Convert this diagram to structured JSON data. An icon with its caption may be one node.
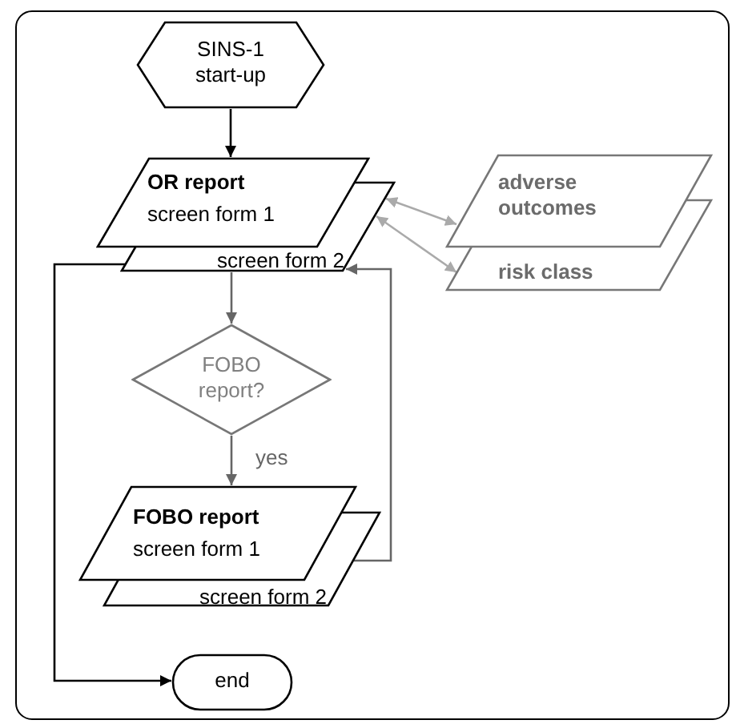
{
  "diagram": {
    "nodes": [
      {
        "text": [
          "SINS-1 start-up"
        ]
      },
      {
        "text": [
          "OR report",
          "screen form 1"
        ]
      },
      {
        "text": [
          "screen form 2"
        ]
      },
      {
        "text": [
          "adverse outcomes"
        ]
      },
      {
        "text": [
          "risk class"
        ]
      },
      {
        "text": [
          "FOBO report?"
        ]
      },
      {
        "text": [
          "FOBO report",
          "screen form 1"
        ]
      },
      {
        "text": [
          "screen form 2"
        ]
      },
      {
        "text": [
          "end"
        ]
      }
    ],
    "edges": [
      {
        "from": 0,
        "to": 1,
        "arrow": "to",
        "color": "#000000"
      },
      {
        "from": 2,
        "to": 3,
        "arrow": "both",
        "color": "#aaaaaa"
      },
      {
        "from": 2,
        "to": 4,
        "arrow": "both",
        "color": "#aaaaaa"
      },
      {
        "from": 2,
        "to": 5,
        "arrow": "to",
        "color": "#666666"
      },
      {
        "from": 5,
        "to": 6,
        "arrow": "to",
        "label": "yes",
        "color": "#666666"
      },
      {
        "from": 7,
        "to": 2,
        "arrow": "to",
        "color": "#666666"
      },
      {
        "from": 2,
        "to": 8,
        "arrow": "to",
        "color": "#000000"
      }
    ]
  }
}
